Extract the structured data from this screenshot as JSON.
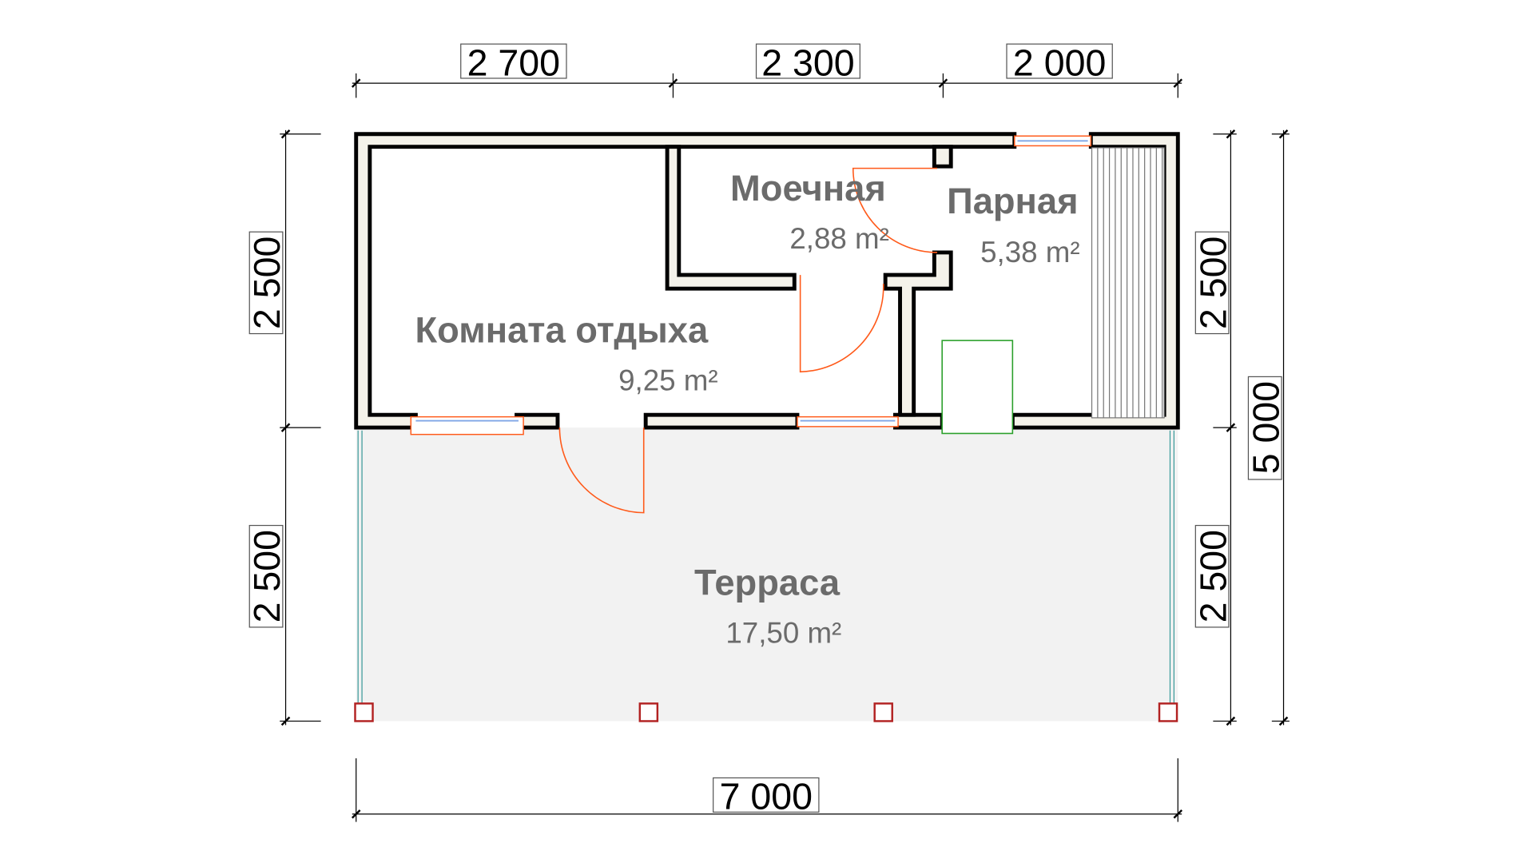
{
  "plan": {
    "dimensions": {
      "top": [
        "2 700",
        "2 300",
        "2 000"
      ],
      "left": [
        "2 500",
        "2 500"
      ],
      "right": [
        "2 500",
        "2 500"
      ],
      "total_height": "5 000",
      "total_width": "7 000"
    },
    "rooms": [
      {
        "name": "Моечная",
        "area": "2,88 m²"
      },
      {
        "name": "Парная",
        "area": "5,38 m²"
      },
      {
        "name": "Комната отдыха",
        "area": "9,25 m²"
      },
      {
        "name": "Терраса",
        "area": "17,50 m²"
      }
    ],
    "colors": {
      "wall_fill": "#f4f2ea",
      "door": "#ff5a1a",
      "terrace": "#f2f2f2",
      "post": "#b22222",
      "stove": "#2ca02c",
      "text": "#6b6b6b"
    }
  }
}
